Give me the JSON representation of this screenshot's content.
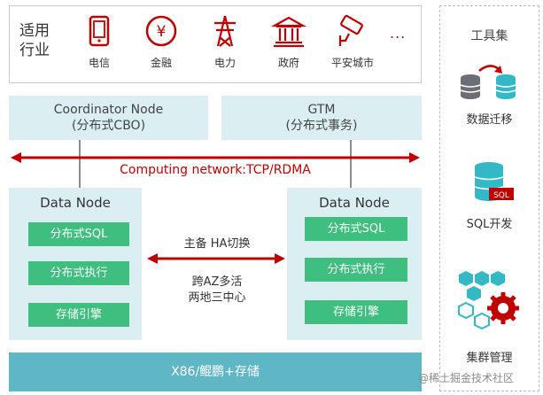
{
  "industries": {
    "label": "适用行业",
    "items": [
      {
        "name": "电信",
        "icon": "tablet-icon"
      },
      {
        "name": "金融",
        "icon": "yen-coin-icon"
      },
      {
        "name": "电力",
        "icon": "power-tower-icon"
      },
      {
        "name": "政府",
        "icon": "government-building-icon"
      },
      {
        "name": "平安城市",
        "icon": "surveillance-camera-icon"
      }
    ],
    "more": "..."
  },
  "coordinator_node": {
    "line1": "Coordinator Node",
    "line2": "(分布式CBO)"
  },
  "gtm_node": {
    "line1": "GTM",
    "line2": "(分布式事务)"
  },
  "network_label": "Computing network:TCP/RDMA",
  "data_node_left": {
    "title": "Data Node",
    "modules": [
      "分布式SQL",
      "分布式执行",
      "存储引擎"
    ]
  },
  "data_node_right": {
    "title": "Data Node",
    "modules": [
      "分布式SQL",
      "分布式执行",
      "存储引擎"
    ]
  },
  "ha": {
    "top": "主备 HA切换",
    "bottom_line1": "跨AZ多活",
    "bottom_line2": "两地三中心"
  },
  "bottom_bar": "X86/鲲鹏+存储",
  "toolset": {
    "title": "工具集",
    "items": [
      {
        "label": "数据迁移",
        "icon": "data-migration-icon"
      },
      {
        "label": "SQL开发",
        "icon": "sql-database-icon",
        "badge": "SQL"
      },
      {
        "label": "集群管理",
        "icon": "cluster-management-icon"
      }
    ]
  },
  "watermark": "@稀土掘金技术社区",
  "colors": {
    "accent_red": "#c00000",
    "node_bg": "#dbeff2",
    "module_green": "#3fbf7f",
    "bottom_teal": "#5fb6c4",
    "tool_teal": "#35b8c6"
  }
}
